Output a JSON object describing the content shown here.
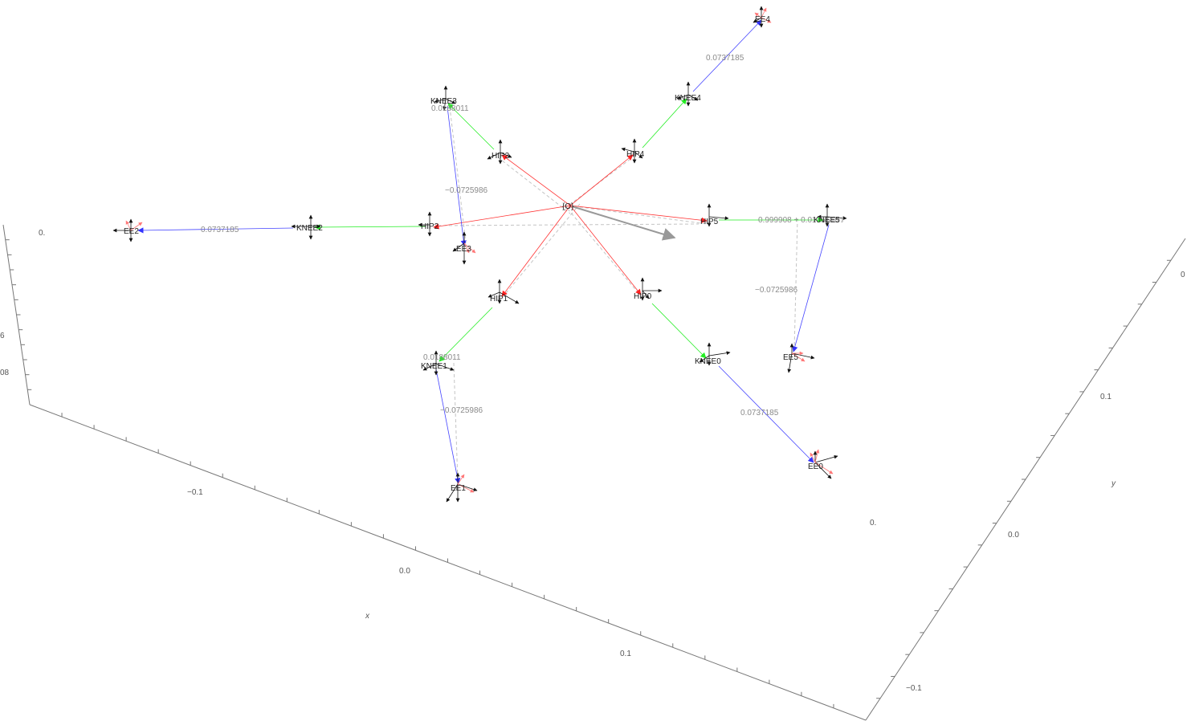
{
  "axes": {
    "x_label": "x",
    "y_label": "y",
    "x_ticks": [
      "−0.1",
      "0.0",
      "0.1"
    ],
    "y_ticks": [
      "0",
      "0.1",
      "0.0",
      "−0.1"
    ],
    "z_ticks": [
      "6",
      "08"
    ],
    "corner_left": "0.",
    "corner_bottom": "0."
  },
  "origin_label": "{O}",
  "nodes": {
    "ee4": "EE4",
    "knee4": "KNEE4",
    "hip4": "HIP4",
    "knee3": "KNEE3",
    "hip3": "HIP3",
    "ee2": "EE2",
    "knee2": "KNEE2",
    "hip2": "HIP2",
    "ee3": "EE3",
    "hip5": "HIP5",
    "knee5": "KNEE5",
    "ee5": "EE5",
    "hip1": "HIP1",
    "hip0": "HIP0",
    "knee1": "KNEE1",
    "knee0": "KNEE0",
    "ee1": "EE1",
    "ee0": "EE0"
  },
  "lengths": {
    "ee4_knee4": "0.0737185",
    "knee3_hip3": "0.0188011",
    "knee3_ee3": "−0.0725986",
    "ee2_knee2": "0.0737185",
    "hip5_knee5": "0.999908 + 0.0135648 ⅈ",
    "knee5_ee5": "−0.0725986",
    "knee1_hip1": "0.0188011",
    "knee1_ee1": "−0.0725986",
    "knee0_ee0": "0.0737185"
  },
  "colors": {
    "hip_link": "#ff0000",
    "knee_link": "#00ee00",
    "foot_link": "#2222ff",
    "frame_axis": "#111111",
    "foot_frame": "#ff7777",
    "helper_dashed": "#bbbbbb",
    "direction_arrow": "#999999",
    "box_edge": "#777777"
  }
}
